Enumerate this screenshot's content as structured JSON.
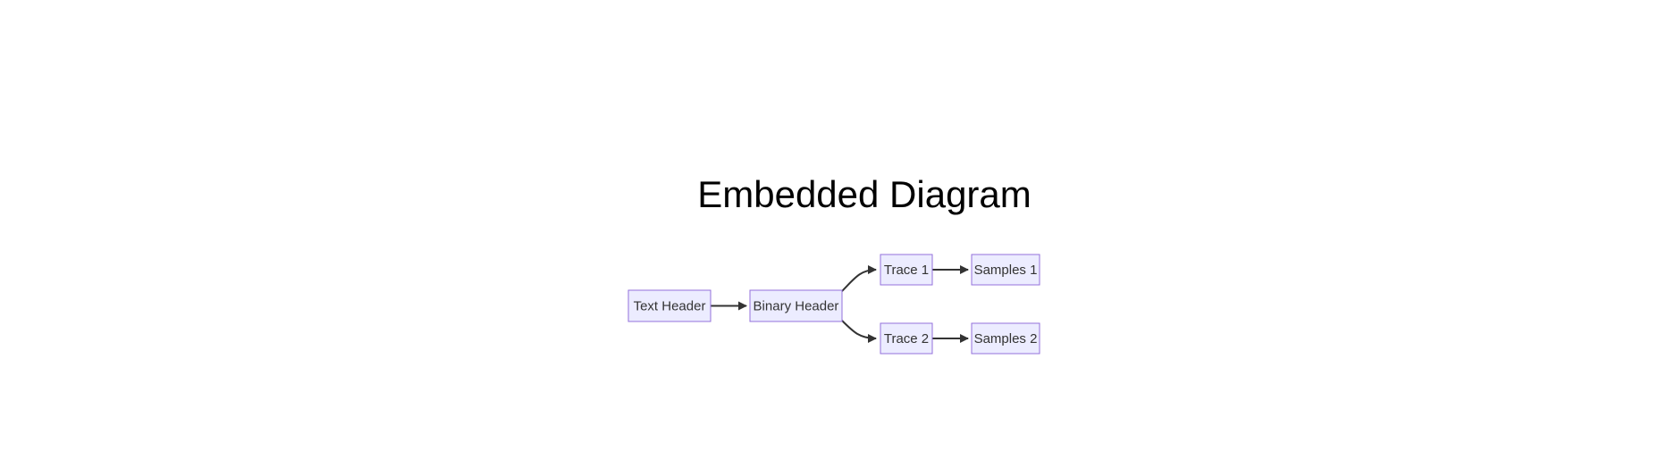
{
  "page": {
    "title": "Embedded Diagram",
    "title_color": "#000000",
    "background_color": "#ffffff"
  },
  "diagram": {
    "type": "flowchart",
    "direction": "left-to-right",
    "colors": {
      "node_fill": "#ECECFF",
      "node_border": "#9370DB",
      "edge_stroke": "#333333",
      "label_color": "#333333"
    },
    "nodes": [
      {
        "id": "text-header",
        "label": "Text Header"
      },
      {
        "id": "binary-header",
        "label": "Binary Header"
      },
      {
        "id": "trace-1",
        "label": "Trace 1"
      },
      {
        "id": "samples-1",
        "label": "Samples 1"
      },
      {
        "id": "trace-2",
        "label": "Trace 2"
      },
      {
        "id": "samples-2",
        "label": "Samples 2"
      }
    ],
    "edges": [
      {
        "from": "Text Header",
        "to": "Binary Header"
      },
      {
        "from": "Binary Header",
        "to": "Trace 1"
      },
      {
        "from": "Binary Header",
        "to": "Trace 2"
      },
      {
        "from": "Trace 1",
        "to": "Samples 1"
      },
      {
        "from": "Trace 2",
        "to": "Samples 2"
      }
    ]
  }
}
